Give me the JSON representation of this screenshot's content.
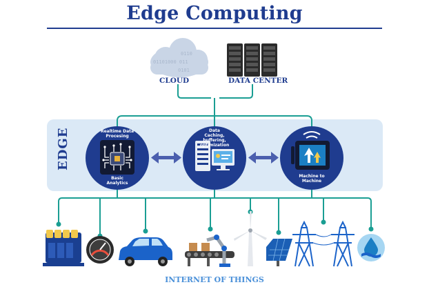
{
  "title": "Edge Computing",
  "top": {
    "cloud_label": "CLOUD",
    "cloud_binary": [
      "0110",
      "01101000 011",
      "0101"
    ],
    "datacenter_label": "DATA CENTER"
  },
  "edge": {
    "label": "EDGE",
    "nodes": [
      {
        "top_text": "Realtime Data\nProcesing",
        "bottom_text": "Basic\nAnalytics"
      },
      {
        "top_text": "Data\nCaching,\nbuffering,\noptimization",
        "bottom_text": ""
      },
      {
        "top_text": "",
        "bottom_text": "Machine to\nMachine"
      }
    ]
  },
  "footer": "INTERNET OF THINGS",
  "devices": [
    "battery-modules",
    "gauge",
    "car",
    "robotic-assembly-line",
    "wind-turbine",
    "solar-panel",
    "power-tower",
    "power-tower",
    "water-drop"
  ],
  "colors": {
    "navy": "#1f3c8f",
    "teal": "#1a9e93",
    "band": "#dbe9f6",
    "arrow": "#4b5fae",
    "iot": "#4a90d9"
  }
}
